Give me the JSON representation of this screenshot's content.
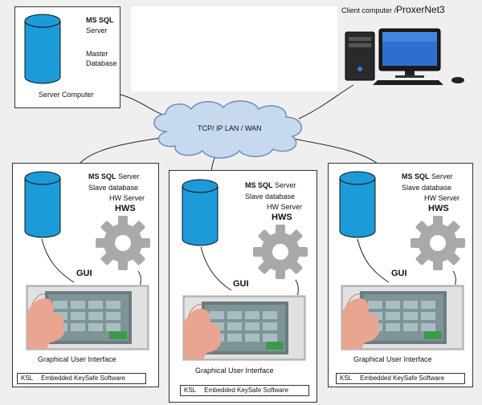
{
  "server": {
    "db_title": "MS SQL",
    "db_sub": "Server",
    "master1": "Master",
    "master2": "Database",
    "caption": "Server Computer"
  },
  "client": {
    "caption_prefix": "Client computer /",
    "caption_brand": "ProxerNet3"
  },
  "network": {
    "label": "TCP/ IP   LAN / WAN"
  },
  "nodes": [
    {
      "title_bold": "MS SQL",
      "title_rest": " Server",
      "slave": "Slave database",
      "hw": "HW Server",
      "hws": "HWS",
      "gui": "GUI",
      "gui_caption": "Graphical User Interface",
      "ksl_code": "KSL",
      "ksl_desc": "Embedded KeySafe Software"
    },
    {
      "title_bold": "MS SQL",
      "title_rest": " Server",
      "slave": "Slave database",
      "hw": "HW Server",
      "hws": "HWS",
      "gui": "GUI",
      "gui_caption": "Graphical User Interface",
      "ksl_code": "KSL",
      "ksl_desc": "Embedded KeySafe Software"
    },
    {
      "title_bold": "MS SQL",
      "title_rest": " Server",
      "slave": "Slave database",
      "hw": "HW Server",
      "hws": "HWS",
      "gui": "GUI",
      "gui_caption": "Graphical User Interface",
      "ksl_code": "KSL",
      "ksl_desc": "Embedded KeySafe Software"
    }
  ],
  "colors": {
    "db_fill": "#1c9bd8",
    "cloud_fill": "#c7d9ef",
    "cloud_stroke": "#6f8fb8",
    "gear_fill": "#a9a9a9"
  }
}
